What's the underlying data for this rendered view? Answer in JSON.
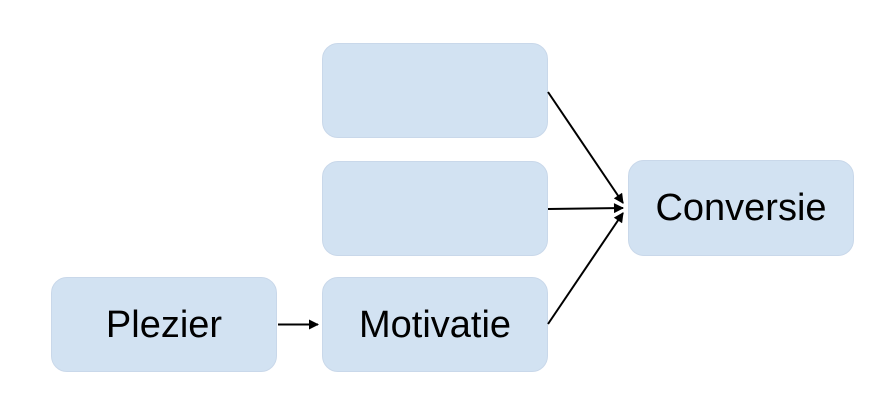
{
  "diagram": {
    "type": "flow-diagram",
    "description_language": "Dutch",
    "colors": {
      "background": "#ffffff",
      "node_fill": "#d2e2f2",
      "node_border": "#c9d8ea",
      "text": "#000000",
      "arrow": "#000000"
    },
    "nodes": [
      {
        "id": "predictor-top",
        "label": ""
      },
      {
        "id": "predictor-middle",
        "label": ""
      },
      {
        "id": "plezier",
        "label": "Plezier"
      },
      {
        "id": "motivatie",
        "label": "Motivatie"
      },
      {
        "id": "conversie",
        "label": "Conversie"
      }
    ],
    "edges": [
      {
        "from": "plezier",
        "to": "motivatie",
        "arrow": "filled-triangle"
      },
      {
        "from": "predictor-top",
        "to": "conversie",
        "arrow": "filled-triangle"
      },
      {
        "from": "predictor-middle",
        "to": "conversie",
        "arrow": "filled-triangle"
      },
      {
        "from": "motivatie",
        "to": "conversie",
        "arrow": "filled-triangle"
      }
    ]
  }
}
